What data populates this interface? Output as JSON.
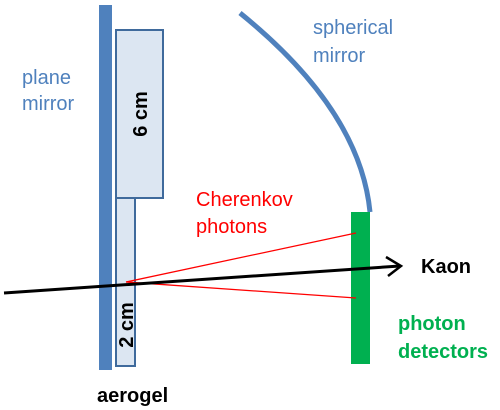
{
  "labels": {
    "plane_mirror_line1": "plane",
    "plane_mirror_line2": "mirror",
    "spherical_mirror_line1": "spherical",
    "spherical_mirror_line2": "mirror",
    "cherenkov_line1": "Cherenkov",
    "cherenkov_line2": "photons",
    "kaon": "Kaon",
    "photon_detectors_line1": "photon",
    "photon_detectors_line2": "detectors",
    "aerogel": "aerogel",
    "dim_6cm": "6 cm",
    "dim_2cm": "2 cm"
  },
  "colors": {
    "mirror_blue": "#4f81bd",
    "box_fill": "#dce6f2",
    "box_stroke": "#3f6a9c",
    "photon_red": "#ff0000",
    "detector_green": "#00b050",
    "track_black": "#000000"
  }
}
